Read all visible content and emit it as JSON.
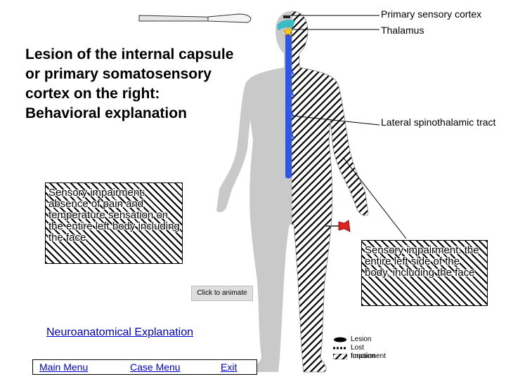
{
  "title": "Lesion of the internal capsule or primary somatosensory cortex on the right: Behavioral explanation",
  "left_box_text": "Sensory impairment: absence of pain and temperature sensation on the entire left body including the face",
  "right_box_text": "Sensory impairment: the entire left side of the body, including the face",
  "labels": {
    "primary_sensory_cortex": "Primary sensory cortex",
    "thalamus": "Thalamus",
    "lateral_spinothalamic_tract": "Lateral spinothalamic tract"
  },
  "animate_button": "Click to animate",
  "neuro_link": "Neuroanatomical Explanation",
  "nav": {
    "main_menu": "Main Menu",
    "case_menu": "Case Menu",
    "exit": "Exit"
  },
  "legend": {
    "lesion": "Lesion",
    "lost_function": "Lost function",
    "impairment": "Impairment"
  },
  "colors": {
    "tract": "#2f56e6",
    "body": "#c8c8c8",
    "pin_head": "#e02020",
    "lesion_star": "#ffd400",
    "cortex": "#3bbbc6",
    "link": "#0000cc"
  },
  "icons": [
    "scalpel-icon",
    "pin-icon",
    "lesion-star-icon"
  ]
}
